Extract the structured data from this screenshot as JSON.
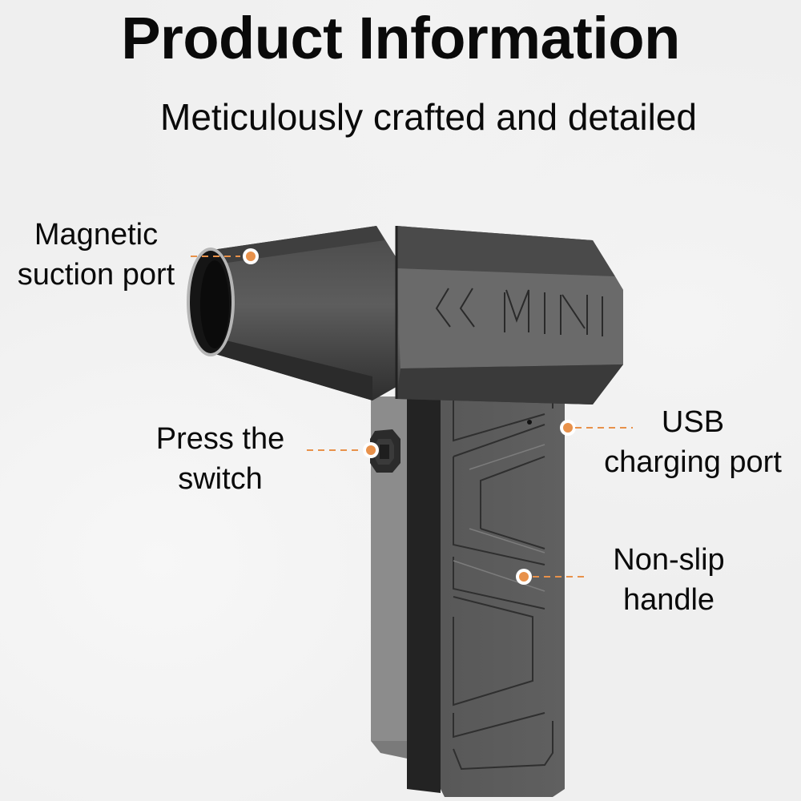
{
  "header": {
    "title": "Product Information",
    "subtitle": "Meticulously crafted and detailed"
  },
  "product": {
    "brand_marking": "MINI",
    "brand_chevrons": "<<",
    "body_color": "#5a5a5a",
    "accent_color": "#e8914a"
  },
  "callouts": [
    {
      "id": "magnetic-suction-port",
      "line1": "Magnetic",
      "line2": "suction port"
    },
    {
      "id": "press-the-switch",
      "line1": "Press the",
      "line2": "switch"
    },
    {
      "id": "usb-charging-port",
      "line1": "USB",
      "line2": "charging port"
    },
    {
      "id": "non-slip-handle",
      "line1": "Non-slip",
      "line2": "handle"
    }
  ]
}
